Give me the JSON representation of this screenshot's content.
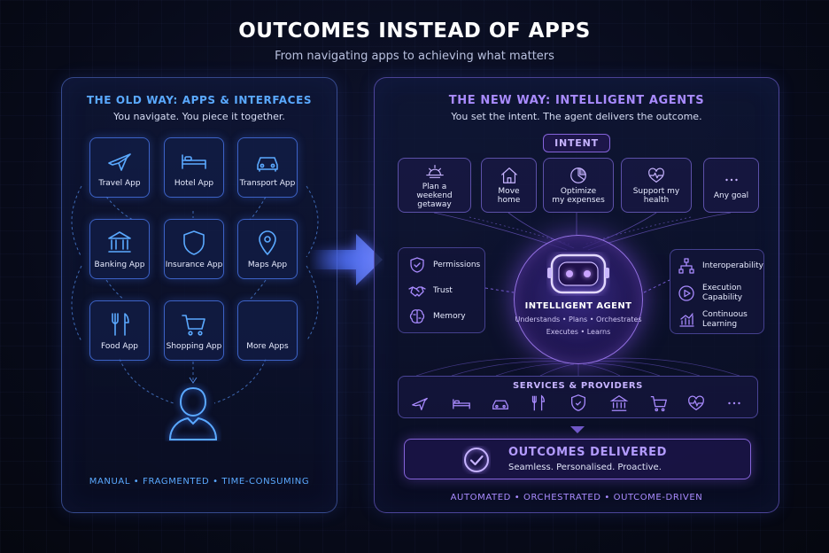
{
  "header": {
    "title": "OUTCOMES INSTEAD OF APPS",
    "subtitle": "From navigating apps to achieving what matters"
  },
  "old_way": {
    "title": "THE OLD WAY: APPS & INTERFACES",
    "subtitle": "You navigate. You piece it together.",
    "apps": [
      {
        "label": "Travel App",
        "icon": "airplane-icon"
      },
      {
        "label": "Hotel App",
        "icon": "bed-icon"
      },
      {
        "label": "Transport App",
        "icon": "car-icon"
      },
      {
        "label": "Banking App",
        "icon": "bank-icon"
      },
      {
        "label": "Insurance App",
        "icon": "shield-icon"
      },
      {
        "label": "Maps App",
        "icon": "map-pin-icon"
      },
      {
        "label": "Food App",
        "icon": "fork-knife-icon"
      },
      {
        "label": "Shopping App",
        "icon": "shopping-cart-icon"
      },
      {
        "label": "More Apps",
        "icon": "more-dots-icon"
      }
    ],
    "footer": "MANUAL  •  FRAGMENTED  •  TIME-CONSUMING"
  },
  "new_way": {
    "title": "THE NEW WAY: INTELLIGENT AGENTS",
    "subtitle": "You set the intent. The agent delivers the outcome.",
    "intent_label": "INTENT",
    "goals": [
      {
        "label_line1": "Plan a",
        "label_line2": "weekend getaway",
        "icon": "sunset-icon"
      },
      {
        "label_line1": "Move",
        "label_line2": "home",
        "icon": "house-icon"
      },
      {
        "label_line1": "Optimize",
        "label_line2": "my expenses",
        "icon": "pie-chart-icon"
      },
      {
        "label_line1": "Support my",
        "label_line2": "health",
        "icon": "heart-pulse-icon"
      },
      {
        "label_line1": "Any goal",
        "label_line2": "",
        "icon": "more-dots-icon"
      }
    ],
    "left_capabilities": [
      {
        "label": "Permissions",
        "icon": "shield-check-icon"
      },
      {
        "label": "Trust",
        "icon": "handshake-icon"
      },
      {
        "label": "Memory",
        "icon": "brain-icon"
      }
    ],
    "right_capabilities": [
      {
        "label_line1": "Interoperability",
        "label_line2": "",
        "icon": "network-icon"
      },
      {
        "label_line1": "Execution",
        "label_line2": "Capability",
        "icon": "play-icon"
      },
      {
        "label_line1": "Continuous",
        "label_line2": "Learning",
        "icon": "bar-chart-icon"
      }
    ],
    "agent": {
      "title": "INTELLIGENT AGENT",
      "line1": "Understands • Plans • Orchestrates",
      "line2": "Executes • Learns",
      "icon": "robot-icon"
    },
    "services": {
      "title": "SERVICES & PROVIDERS",
      "icons": [
        "airplane-icon",
        "bed-icon",
        "car-icon",
        "fork-knife-icon",
        "shield-icon",
        "bank-icon",
        "shopping-cart-icon",
        "heart-pulse-icon",
        "more-dots-icon"
      ]
    },
    "outcome": {
      "title": "OUTCOMES DELIVERED",
      "subtitle": "Seamless. Personalised. Proactive.",
      "icon": "check-circle-icon"
    },
    "footer": "AUTOMATED  •  ORCHESTRATED  •  OUTCOME-DRIVEN"
  },
  "colors": {
    "old_accent": "#5aa9ff",
    "new_accent": "#a98bff",
    "background": "#070a18"
  }
}
